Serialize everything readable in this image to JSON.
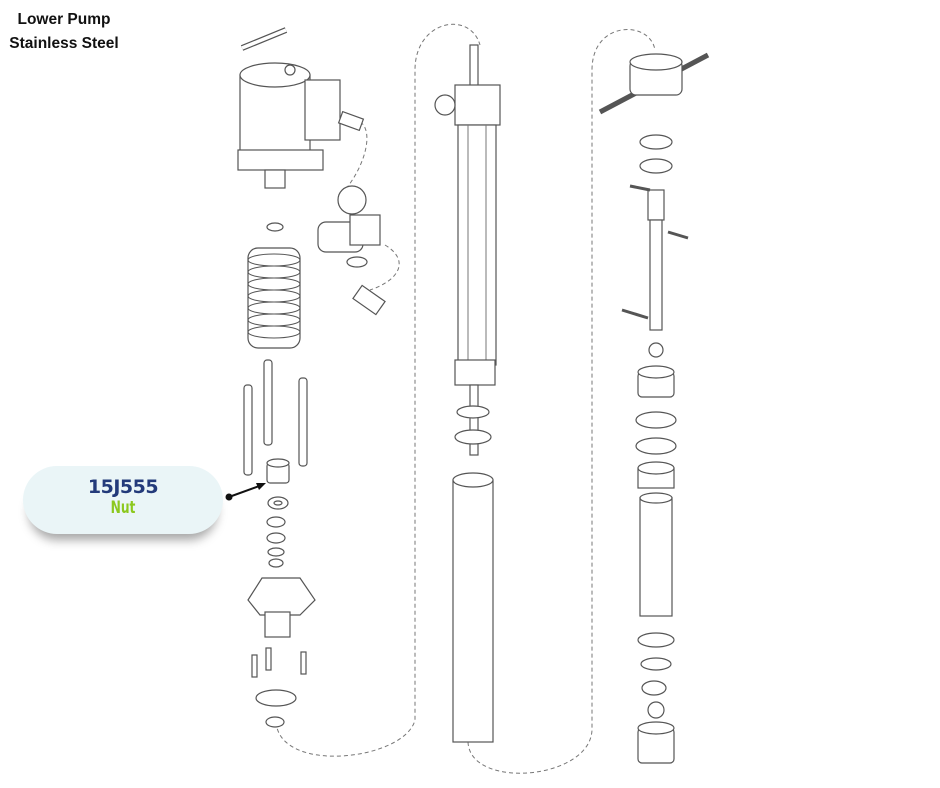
{
  "title": {
    "line1": "Lower Pump",
    "line2": "Stainless Steel"
  },
  "callout": {
    "part_number": "15J555",
    "part_name": "Nut"
  },
  "colors": {
    "part_number": "#233a7a",
    "part_name": "#8cc81e",
    "callout_bg": "#eaf5f7"
  }
}
